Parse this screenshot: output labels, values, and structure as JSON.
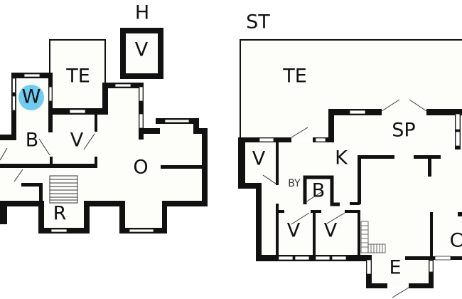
{
  "left_plan": {
    "labels": {
      "h": "H",
      "v_top": "V",
      "te": "TE",
      "w": "W",
      "b": "B",
      "v_mid": "V",
      "o": "O",
      "r": "R"
    },
    "highlight_color": "#6cccf2"
  },
  "right_plan": {
    "labels": {
      "st": "ST",
      "te": "TE",
      "sp": "SP",
      "k": "K",
      "t": "T",
      "v_left": "V",
      "by": "BY",
      "b": "B",
      "v1": "V",
      "v2": "V",
      "e": "E",
      "c": "C"
    }
  },
  "colors": {
    "wall": "#111111",
    "floor": "#fdfdfa"
  }
}
